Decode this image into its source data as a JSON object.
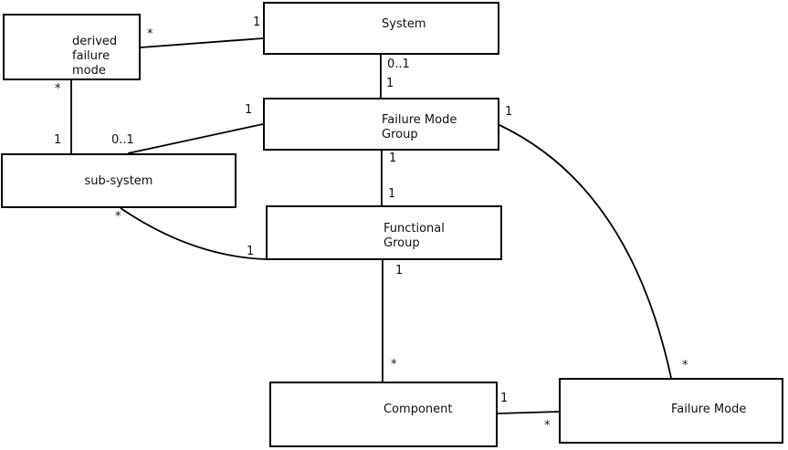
{
  "diagram": {
    "background_color": "#ffffff",
    "line_color": "#000000",
    "boxes": {
      "derived_failure_mode": {
        "lines": [
          "derived",
          "failure",
          "mode"
        ]
      },
      "system": {
        "lines": [
          "System"
        ]
      },
      "failure_mode_group": {
        "lines": [
          "Failure Mode",
          "Group"
        ]
      },
      "sub_system": {
        "lines": [
          "sub-system"
        ]
      },
      "functional_group": {
        "lines": [
          "Functional",
          "Group"
        ]
      },
      "component": {
        "lines": [
          "Component"
        ]
      },
      "failure_mode": {
        "lines": [
          "Failure Mode"
        ]
      }
    },
    "connections": [
      {
        "from": "derived failure mode",
        "to": "System",
        "from_label": "*",
        "to_label": "1"
      },
      {
        "from": "derived failure mode",
        "to": "sub-system",
        "from_label": "*",
        "to_label": "1"
      },
      {
        "from": "Failure Mode Group",
        "to": "sub-system",
        "from_label": "1",
        "to_label": "0..1"
      },
      {
        "from": "sub-system",
        "to": "Functional Group",
        "from_label": "*",
        "to_label": "1"
      },
      {
        "from": "System",
        "to": "Failure Mode Group",
        "from_label": "0..1",
        "to_label": "1"
      },
      {
        "from": "Failure Mode Group",
        "to": "Functional Group",
        "from_label": "1",
        "to_label": "1"
      },
      {
        "from": "Functional Group",
        "to": "Component",
        "from_label": "1",
        "to_label": "*"
      },
      {
        "from": "Component",
        "to": "Failure Mode",
        "from_label": "1",
        "to_label": "*"
      },
      {
        "from": "Failure Mode Group",
        "to": "Failure Mode",
        "from_label": "1",
        "to_label": "*"
      }
    ]
  }
}
